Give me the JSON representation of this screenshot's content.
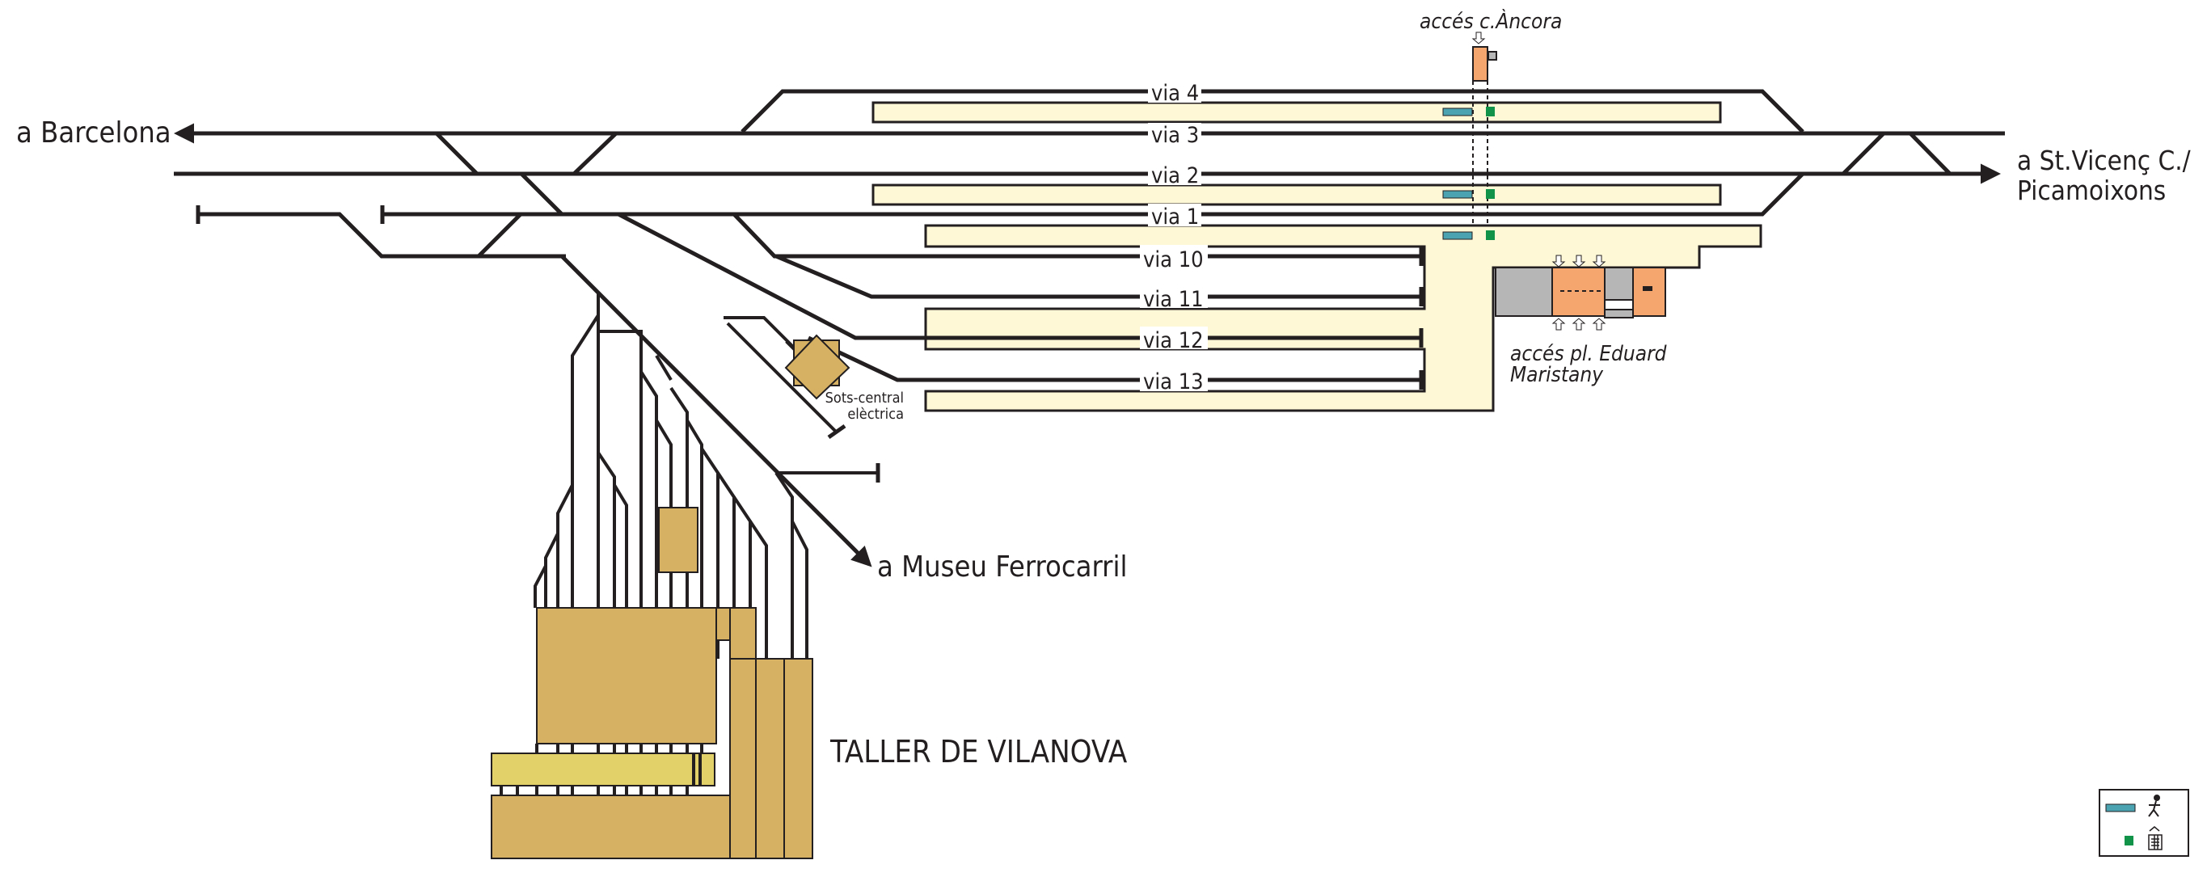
{
  "tracks": {
    "via4": "via 4",
    "via3": "via 3",
    "via2": "via 2",
    "via1": "via 1",
    "via10": "via 10",
    "via11": "via 11",
    "via12": "via 12",
    "via13": "via 13"
  },
  "destinations": {
    "barcelona": "a Barcelona",
    "stvicenc_line1": "a St.Vicenç C./",
    "stvicenc_line2": "Picamoixons",
    "museu": "a Museu Ferrocarril"
  },
  "accesses": {
    "ancora": "accés c.Àncora",
    "eduard_line1": "accés pl. Eduard",
    "eduard_line2": "Maristany"
  },
  "substation": {
    "line1": "Sots-central",
    "line2": "elèctrica"
  },
  "workshop": "TALLER DE VILANOVA",
  "colors": {
    "track": "#231f20",
    "platform": "#fff8d6",
    "building": "#d6b163",
    "access": "#f4a66e",
    "service_area": "#b7b6b6",
    "platform_marker": "#4ba3b1",
    "ticket_marker": "#12934a"
  },
  "legend": {
    "items": [
      {
        "icon": "platform-marker-icon",
        "pictogram": "walking-person-icon"
      },
      {
        "icon": "ticket-marker-icon",
        "pictogram": "ticket-machine-icon"
      }
    ]
  }
}
